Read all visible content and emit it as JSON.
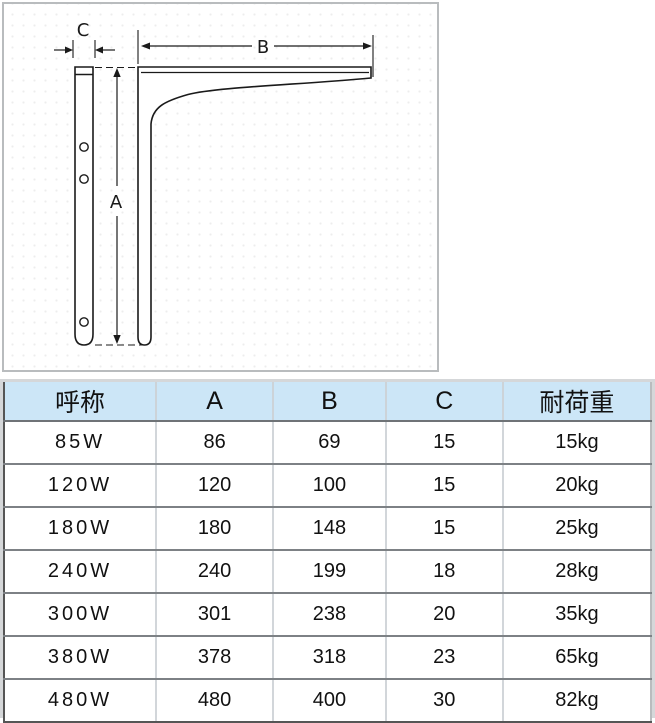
{
  "diagram": {
    "labels": {
      "a": "A",
      "b": "B",
      "c": "C"
    }
  },
  "table": {
    "headers": [
      "呼称",
      "A",
      "B",
      "C",
      "耐荷重"
    ],
    "rows": [
      {
        "name": "85W",
        "a": "86",
        "b": "69",
        "c": "15",
        "load": "15kg"
      },
      {
        "name": "120W",
        "a": "120",
        "b": "100",
        "c": "15",
        "load": "20kg"
      },
      {
        "name": "180W",
        "a": "180",
        "b": "148",
        "c": "15",
        "load": "25kg"
      },
      {
        "name": "240W",
        "a": "240",
        "b": "199",
        "c": "18",
        "load": "28kg"
      },
      {
        "name": "300W",
        "a": "301",
        "b": "238",
        "c": "20",
        "load": "35kg"
      },
      {
        "name": "380W",
        "a": "378",
        "b": "318",
        "c": "23",
        "load": "65kg"
      },
      {
        "name": "480W",
        "a": "480",
        "b": "400",
        "c": "30",
        "load": "82kg"
      }
    ]
  },
  "colors": {
    "header_bg": "#cce6f7",
    "grid_dark": "#6f7377",
    "grid_light": "#d2d6da",
    "frame_gray": "#d5d7d9",
    "line_ink": "#1a1a1a"
  }
}
